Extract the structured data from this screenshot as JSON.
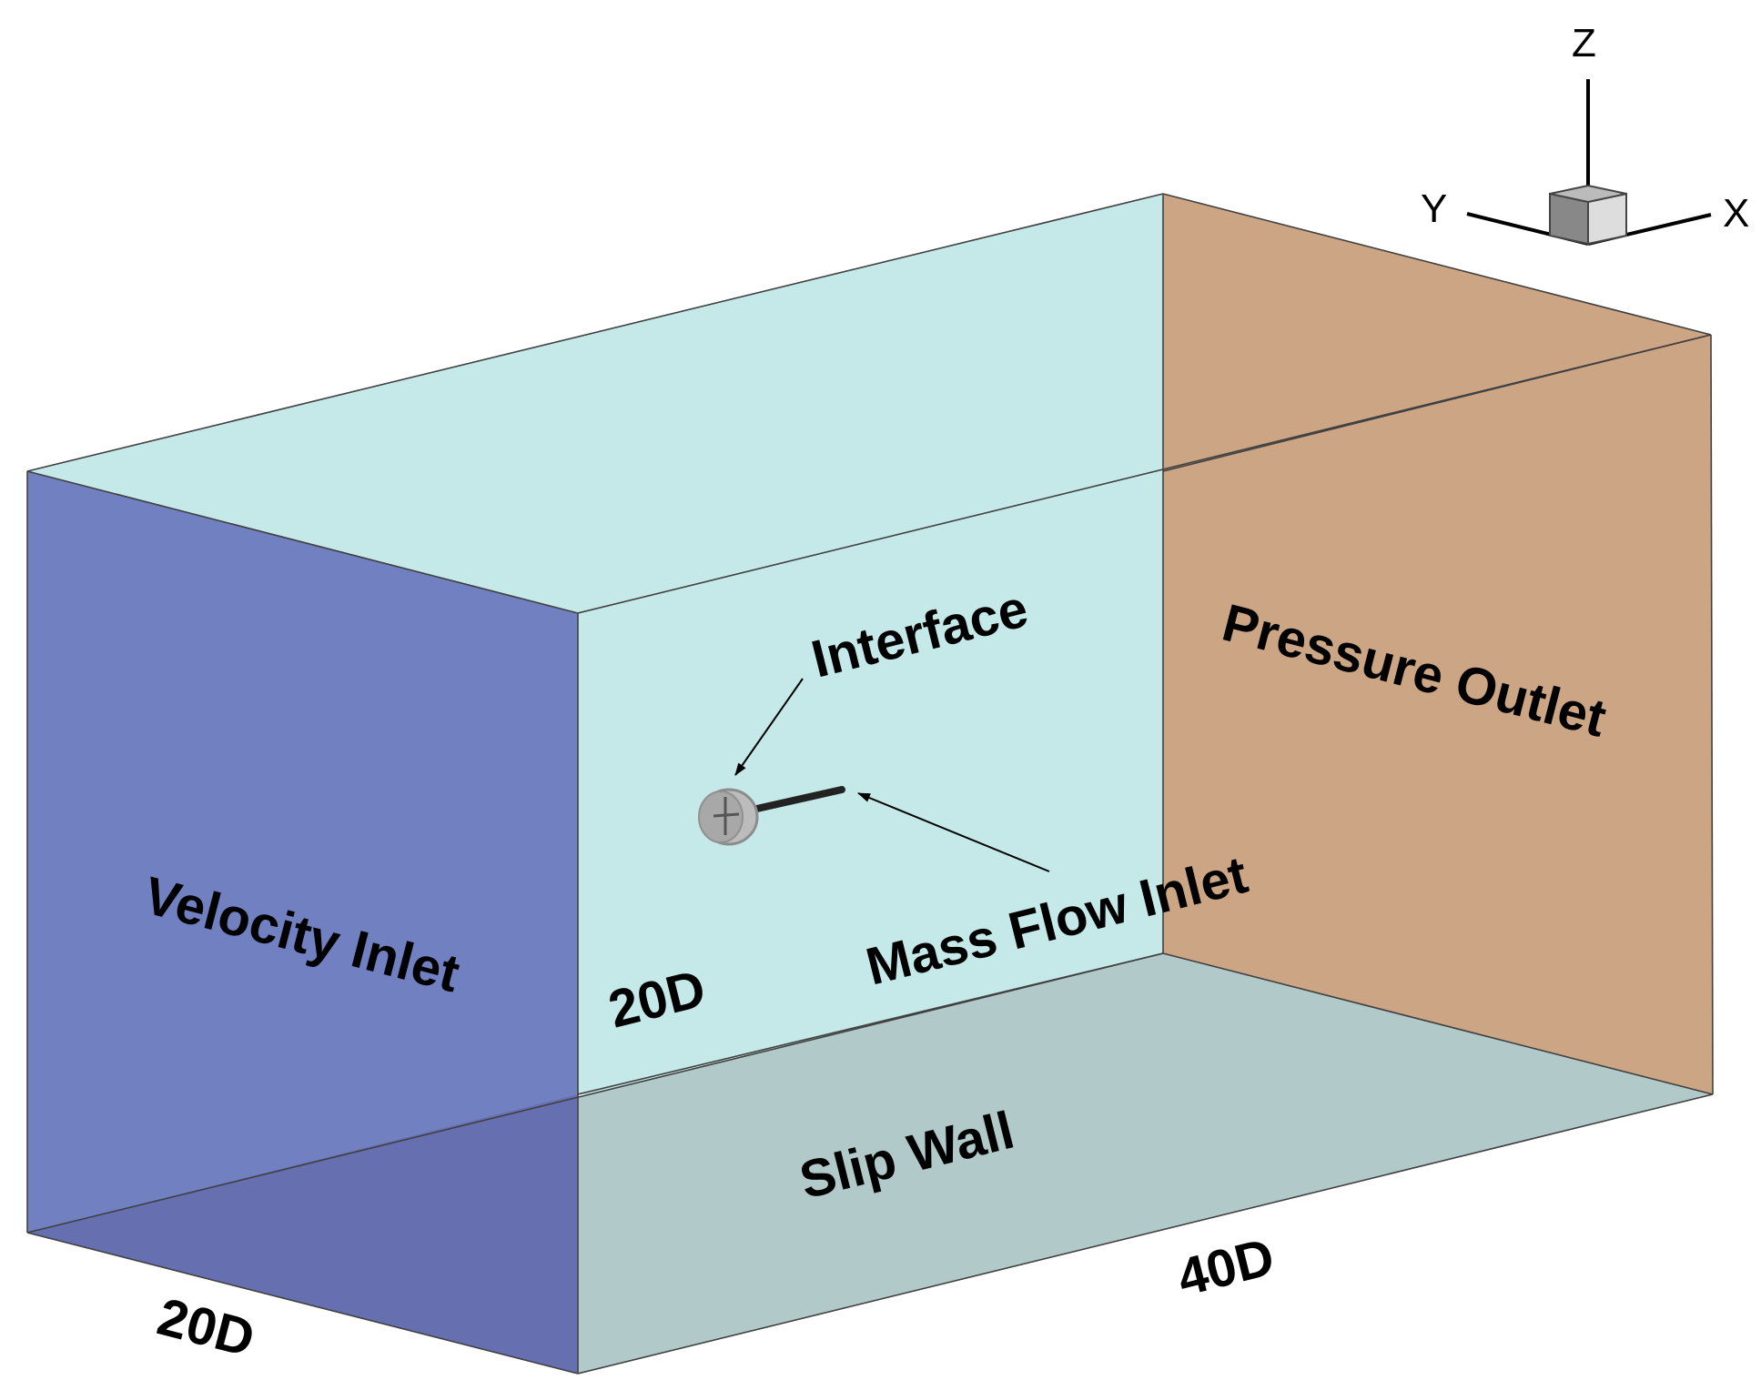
{
  "labels": {
    "velocity_inlet": "Velocity Inlet",
    "pressure_outlet": "Pressure Outlet",
    "slip_wall": "Slip Wall",
    "interface": "Interface",
    "mass_flow_inlet": "Mass Flow Inlet",
    "dim_height": "20D",
    "dim_width": "20D",
    "dim_length": "40D"
  },
  "axes": {
    "x": "X",
    "y": "Y",
    "z": "Z"
  },
  "colors": {
    "velocity_inlet_face": "#7080c0",
    "velocity_inlet_face_lower": "#6670b0",
    "pressure_outlet_face": "#cba584",
    "domain_faces": "#c5e9e8",
    "slip_wall_face": "#b1c9c9",
    "edge_line": "#404040"
  }
}
